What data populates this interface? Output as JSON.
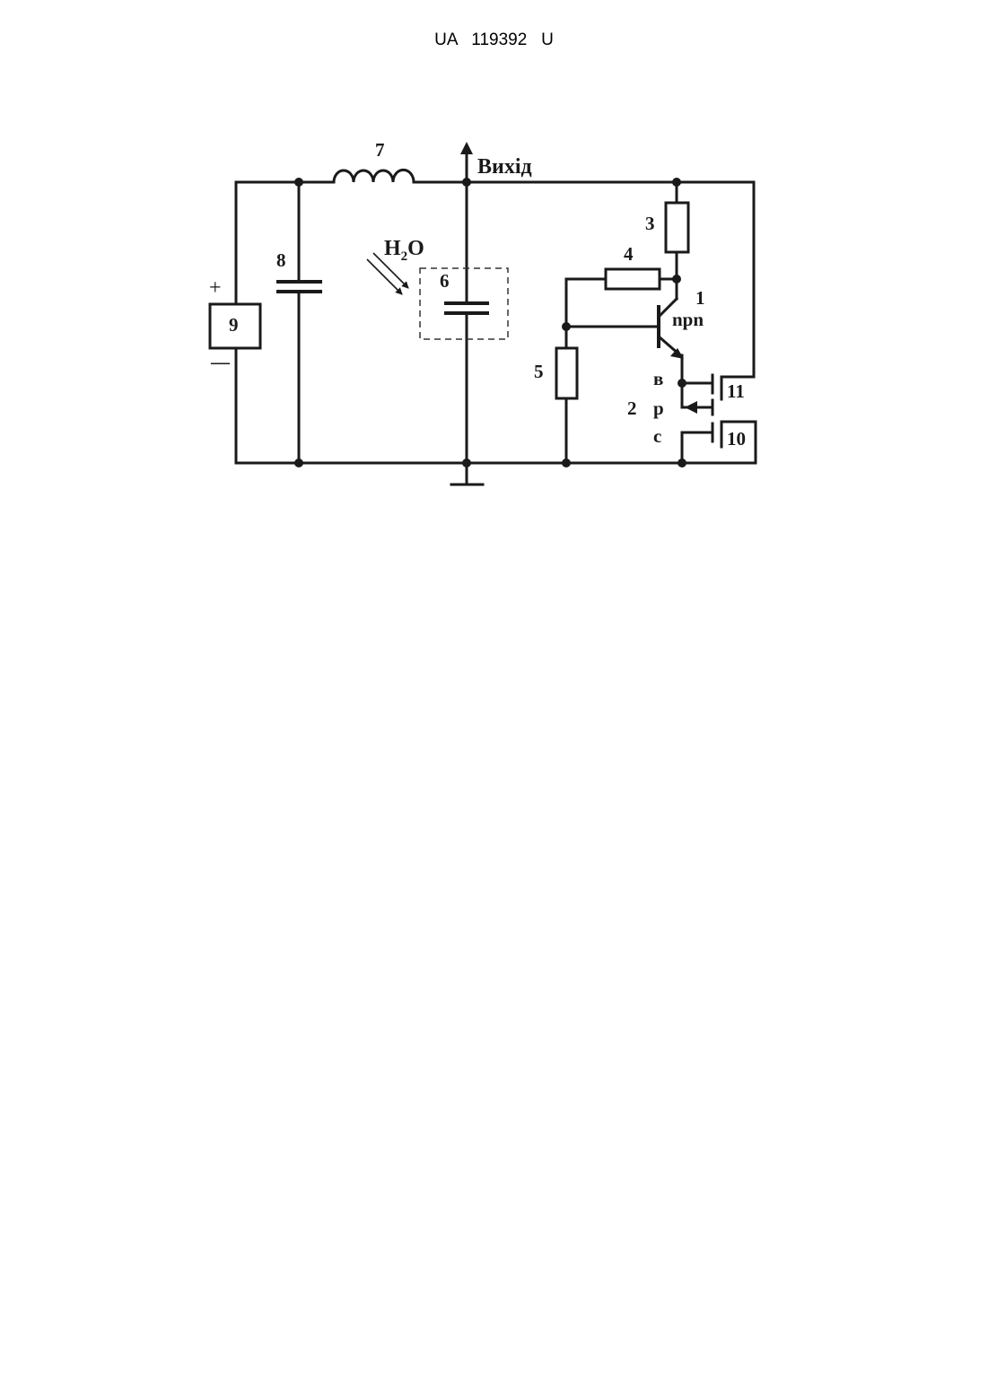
{
  "header": {
    "text": "UA   119392   U"
  },
  "diagram": {
    "labels": {
      "inductor": "7",
      "output": "Вихід",
      "capacitor_supply": "8",
      "source": "9",
      "plus": "+",
      "minus": "—",
      "water": "H",
      "water_sub": "2",
      "water_o": "O",
      "sensor_capacitor": "6",
      "resistor_collector": "3",
      "resistor_feedback": "4",
      "transistor": "1",
      "transistor_type": "npn",
      "resistor_base": "5",
      "fet_terminal_b": "в",
      "fet_terminal_p": "р",
      "fet_terminal_c": "с",
      "fet": "2",
      "gate_upper": "11",
      "gate_lower": "10"
    }
  }
}
